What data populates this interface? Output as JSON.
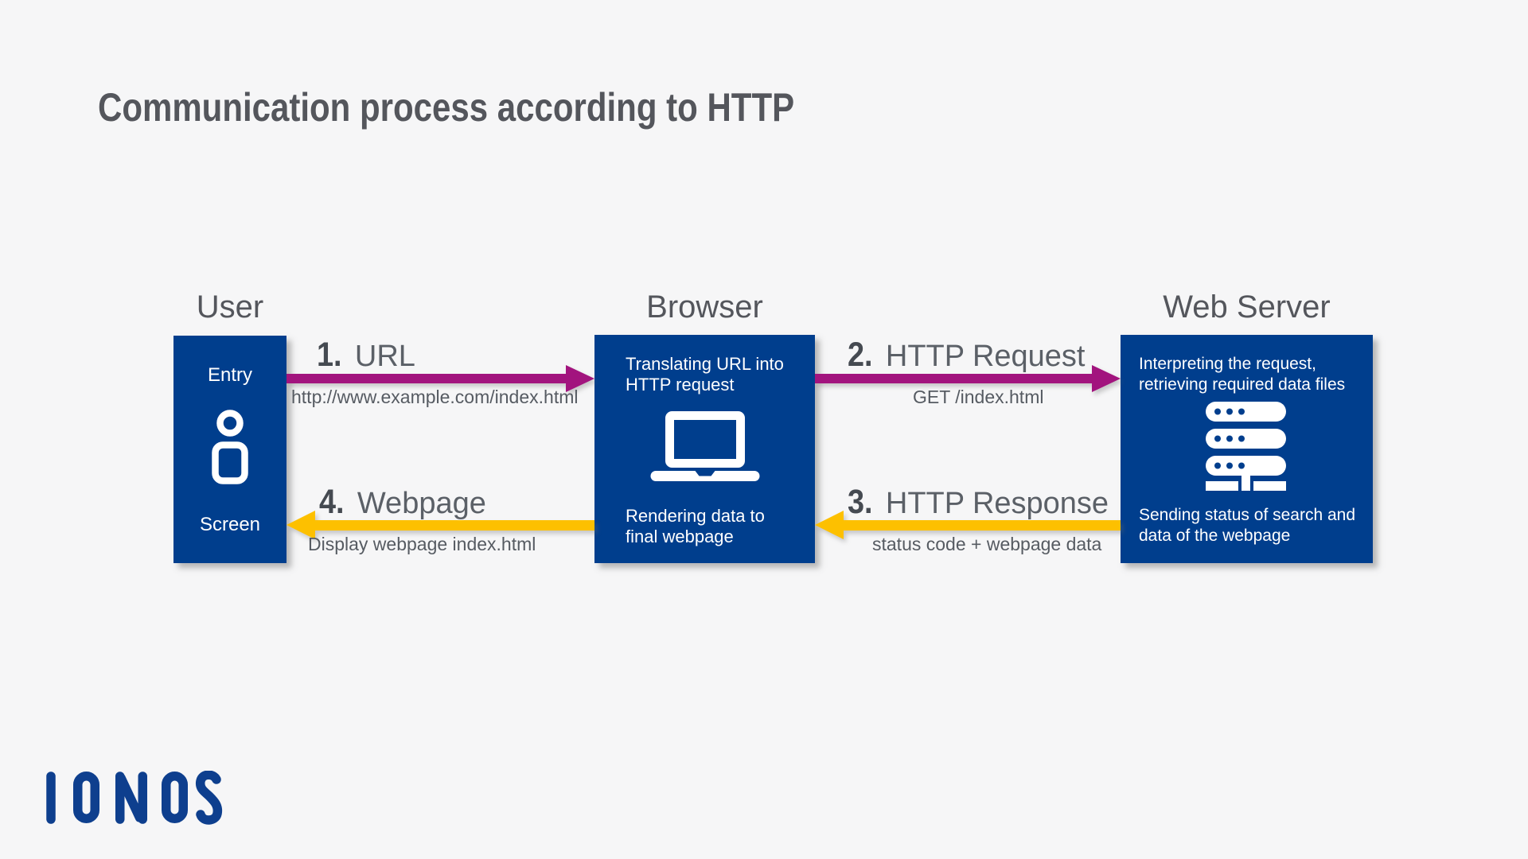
{
  "title": "Communication process according to HTTP",
  "colors": {
    "background": "#f6f6f7",
    "box_blue": "#003e8d",
    "arrow_purple": "#a2147e",
    "arrow_yellow": "#fdc000",
    "text_gray": "#54565c",
    "logo_blue": "#0e3f8e"
  },
  "nodes": {
    "user": {
      "heading": "User",
      "top_label": "Entry",
      "bottom_label": "Screen",
      "icon": "person-icon"
    },
    "browser": {
      "heading": "Browser",
      "top_text": "Translating URL into HTTP request",
      "bottom_text": "Rendering data to final webpage",
      "icon": "laptop-icon"
    },
    "server": {
      "heading": "Web Server",
      "top_text": "Interpreting the request, retrieving required data files",
      "bottom_text": "Sending status of search and data of the webpage",
      "icon": "server-icon"
    }
  },
  "arrows": [
    {
      "number": "1.",
      "label": "URL",
      "sublabel": "http://www.example.com/index.html",
      "direction": "right",
      "color": "#a2147e"
    },
    {
      "number": "2.",
      "label": "HTTP Request",
      "sublabel": "GET /index.html",
      "direction": "right",
      "color": "#a2147e"
    },
    {
      "number": "3.",
      "label": "HTTP Response",
      "sublabel": "status code + webpage data",
      "direction": "left",
      "color": "#fdc000"
    },
    {
      "number": "4.",
      "label": "Webpage",
      "sublabel": "Display webpage index.html",
      "direction": "left",
      "color": "#fdc000"
    }
  ],
  "logo": {
    "name": "IONOS"
  }
}
